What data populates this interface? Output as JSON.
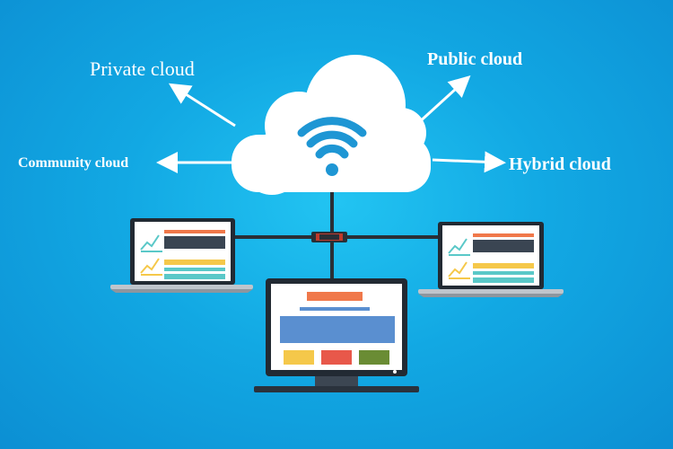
{
  "labels": {
    "private_cloud": "Private cloud",
    "public_cloud": "Public cloud",
    "community_cloud": "Community cloud",
    "hybrid_cloud": "Hybrid cloud"
  },
  "icons": {
    "center": "cloud-icon",
    "cloud_symbol": "wifi-icon",
    "devices": [
      "laptop-icon",
      "laptop-icon",
      "monitor-icon"
    ],
    "hub": "network-connector-icon"
  },
  "colors": {
    "background": "#14aae4",
    "cloud": "#ffffff",
    "wifi": "#1e96d4",
    "device_frame": "#222a33",
    "accent_orange": "#f0784a",
    "accent_yellow": "#f5c84a",
    "accent_teal": "#5ac8c8",
    "accent_gray": "#3a4552",
    "accent_red": "#e8584a",
    "accent_green": "#6a8c34",
    "accent_blue": "#5a8fd0"
  }
}
